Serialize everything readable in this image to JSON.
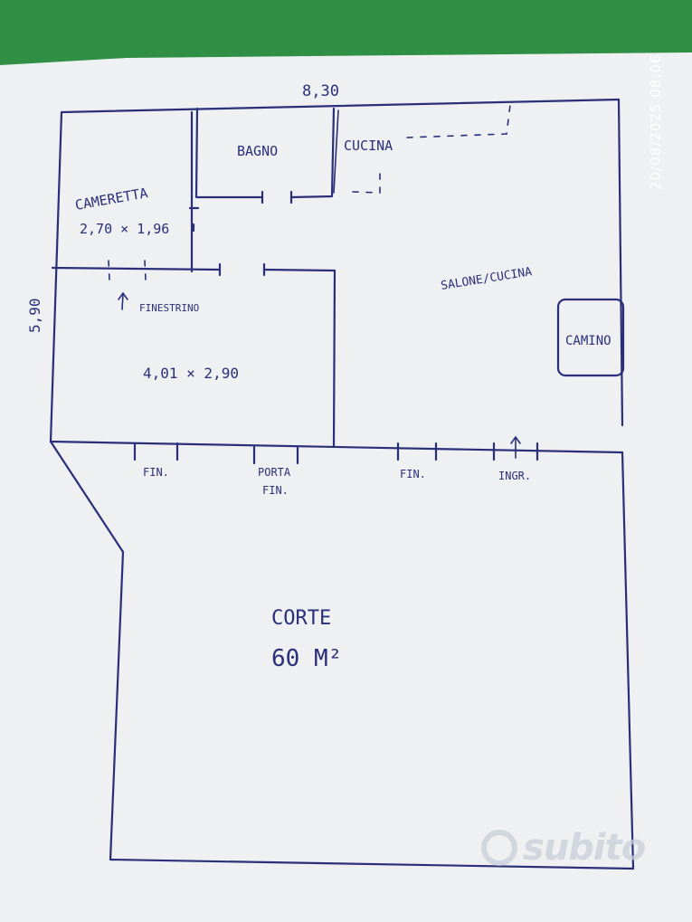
{
  "timestamp": "20/08/2025 08:06",
  "watermark": "subito",
  "colors": {
    "ink": "#2b2f7a",
    "paper": "#eef0f1",
    "background": "#2f8f45"
  },
  "dimensions": {
    "width_label": "8,30",
    "height_label": "5,90"
  },
  "rooms": {
    "cameretta": {
      "name": "CAMERETTA",
      "size": "2,70 × 1,96"
    },
    "bagno": {
      "name": "BAGNO"
    },
    "cucina": {
      "name": "CUCINA"
    },
    "salone": {
      "name": "SALONE/CUCINA"
    },
    "camino": {
      "name": "CAMINO"
    },
    "camera": {
      "size": "4,01 × 2,90"
    },
    "corte": {
      "name": "CORTE",
      "area": "60 M²"
    }
  },
  "openings": {
    "finestrino": "FINESTRINO",
    "fin_left": "FIN.",
    "porta_fin_line1": "PORTA",
    "porta_fin_line2": "FIN.",
    "fin_right": "FIN.",
    "ingresso": "INGR."
  }
}
